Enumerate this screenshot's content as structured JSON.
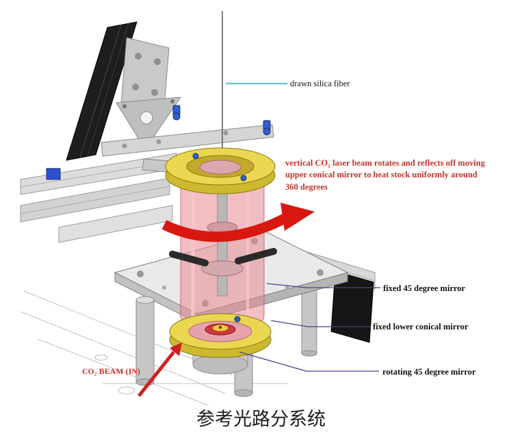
{
  "diagram": {
    "caption": "参考光路分系统",
    "labels": {
      "fiber": "drawn silica fiber",
      "beam_note": "vertical CO₂ laser beam rotates and reflects off moving upper conical mirror to heat stock uniformly around 360 degrees",
      "fixed_mirror": "fixed 45 degree mirror",
      "lower_conical_mirror": "fixed lower conical mirror",
      "rotating_mirror": "rotating 45 degree mirror",
      "co2_beam_in": "CO₂ BEAM (IN)"
    },
    "icons": {
      "rotation_arrow": "curved-red-rotation-arrow",
      "beam_in_arrow": "red-beam-in-arrow"
    },
    "colors": {
      "annotation_red": "#c2342c",
      "beam_arrow_red": "#d81710",
      "leader_purple": "#4a3f8f",
      "leader_cyan": "#6cc9d6",
      "ring_yellow": "#ead650",
      "chamber_pink": "#e58a95",
      "metal_gray": "#d5d5d5",
      "dark_extrusion": "#1e1e1e"
    }
  }
}
